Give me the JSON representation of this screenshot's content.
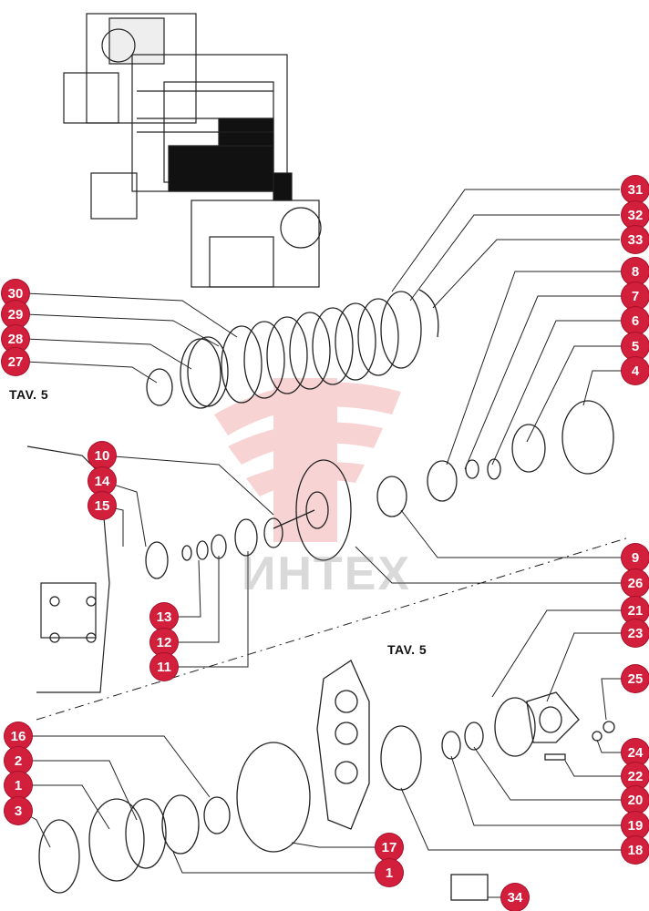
{
  "title_labels": {
    "tav_upper": "TAV. 5",
    "tav_lower": "TAV. 5"
  },
  "watermark": {
    "text": "ИНТЕХ",
    "logo_color": "#e03a3a"
  },
  "callouts": {
    "c31": "31",
    "c32": "32",
    "c33": "33",
    "c8": "8",
    "c7": "7",
    "c6": "6",
    "c5": "5",
    "c4": "4",
    "c30": "30",
    "c29": "29",
    "c28": "28",
    "c27": "27",
    "c10": "10",
    "c14": "14",
    "c15": "15",
    "c9": "9",
    "c26": "26",
    "c21": "21",
    "c13": "13",
    "c12": "12",
    "c11": "11",
    "c23": "23",
    "c25": "25",
    "c16": "16",
    "c2": "2",
    "c1a": "1",
    "c3": "3",
    "c24": "24",
    "c22": "22",
    "c20": "20",
    "c19": "19",
    "c18": "18",
    "c17": "17",
    "c1b": "1",
    "c34": "34"
  },
  "colors": {
    "callout_fill": "#d21f3c",
    "line": "#1a1a1a",
    "highlight": "#111111"
  }
}
